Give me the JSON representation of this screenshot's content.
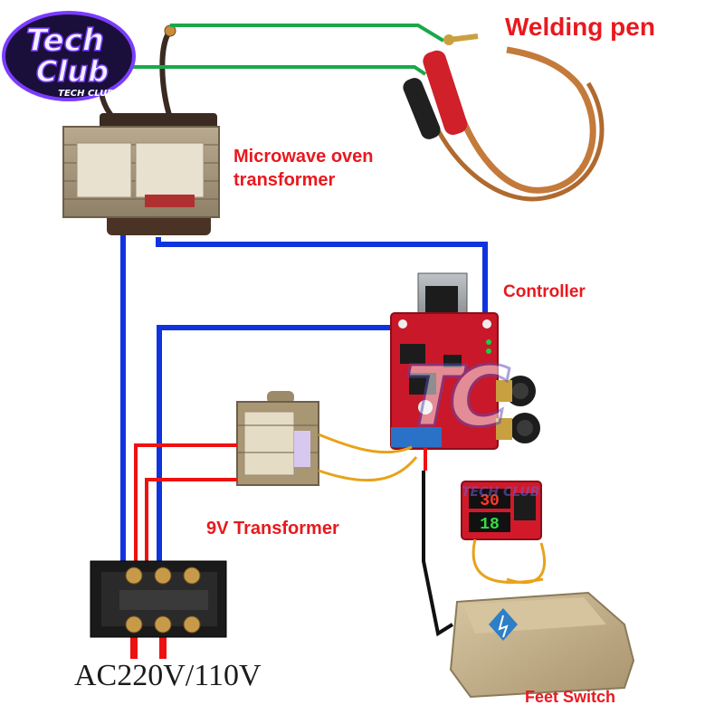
{
  "labels": {
    "welding_pen": "Welding pen",
    "microwave_line1": "Microwave oven",
    "microwave_line2": "transformer",
    "controller": "Controller",
    "transformer_9v": "9V Transformer",
    "feet_switch": "Feet Switch",
    "ac_input": "AC220V/110V"
  },
  "logo": {
    "line1": "Tech",
    "line2": "Club",
    "tagline": "TECH CLUB"
  },
  "display": {
    "top_digits": "30",
    "bottom_digits": "18"
  },
  "colors": {
    "label_red": "#e8191e",
    "wire_blue": "#1133dd",
    "wire_green": "#1aa84a",
    "wire_red": "#ee1111",
    "wire_orange": "#e8a21c",
    "wire_black": "#111111",
    "pcb_red": "#c8182a",
    "pedal_tan": "#c8b38f",
    "logo_purple": "#7a3cff"
  }
}
